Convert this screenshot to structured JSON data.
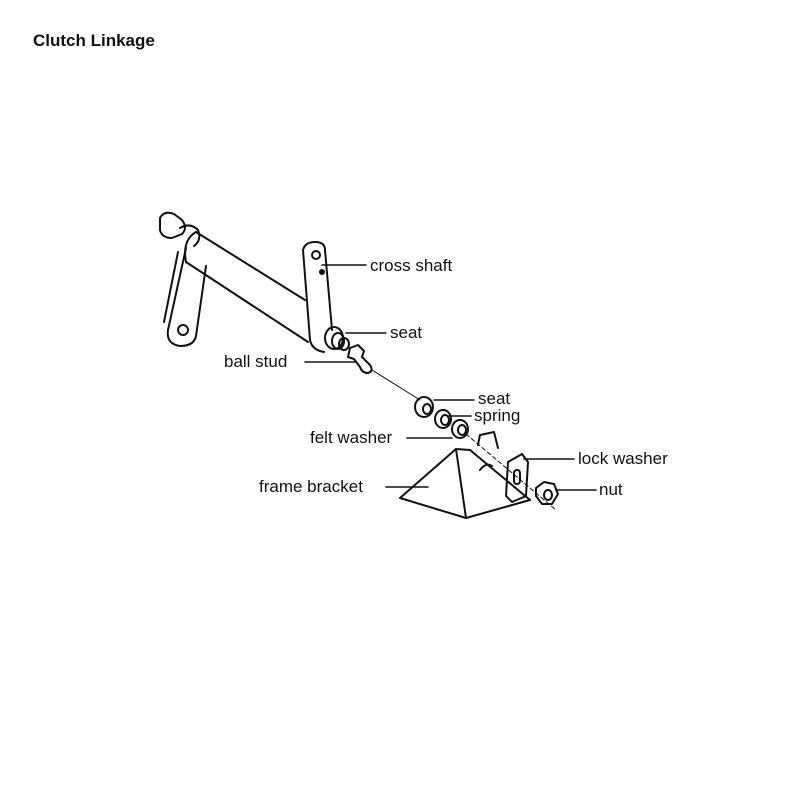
{
  "title": "Clutch Linkage",
  "labels": {
    "cross_shaft": "cross shaft",
    "seat_upper": "seat",
    "ball_stud": "ball stud",
    "seat_lower": "seat",
    "spring": "spring",
    "felt_washer": "felt washer",
    "lock_washer": "lock washer",
    "frame_bracket": "frame bracket",
    "nut": "nut"
  }
}
